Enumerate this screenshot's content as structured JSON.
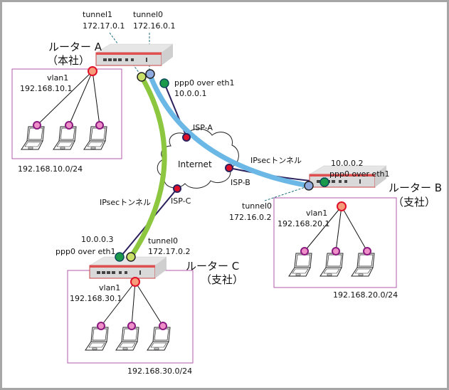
{
  "routers": {
    "a": {
      "name": "ルーター A",
      "site": "（本社）",
      "vlan_if": "vlan1",
      "vlan_ip": "192.168.10.1",
      "lan": "192.168.10.0/24",
      "tunnel1_name": "tunnel1",
      "tunnel1_ip": "172.17.0.1",
      "tunnel0_name": "tunnel0",
      "tunnel0_ip": "172.16.0.1",
      "wan_if": "ppp0 over eth1",
      "wan_ip": "10.0.0.1"
    },
    "b": {
      "name": "ルーター B",
      "site": "（支社）",
      "vlan_if": "vlan1",
      "vlan_ip": "192.168.20.1",
      "lan": "192.168.20.0/24",
      "tunnel_name": "tunnel0",
      "tunnel_ip": "172.16.0.2",
      "wan_if": "ppp0 over eth1",
      "wan_ip": "10.0.0.2"
    },
    "c": {
      "name": "ルーター C",
      "site": "（支社）",
      "vlan_if": "vlan1",
      "vlan_ip": "192.168.30.1",
      "lan": "192.168.30.0/24",
      "tunnel_name": "tunnel0",
      "tunnel_ip": "172.17.0.2",
      "wan_if": "ppp0 over eth1",
      "wan_ip": "10.0.0.3"
    }
  },
  "internet": {
    "label": "Internet",
    "isp_a": "ISP-A",
    "isp_b": "ISP-B",
    "isp_c": "ISP-C"
  },
  "tunnels": {
    "ab_label": "IPsecトンネル",
    "ac_label": "IPsecトンネル"
  },
  "colors": {
    "tunnel_ab": "#6bb8e6",
    "tunnel_ac": "#8dc63f",
    "wan_line": "#2b1f5c",
    "isp_node": "#e0102a",
    "lan_box": "#b25aa8",
    "vlan_node": "#f59c7a",
    "pc_node": "#ee8fc8",
    "ppp_node": "#1a9a4a",
    "tunnel0_node": "#8eaadf",
    "tunnel1_node": "#c8e06a"
  }
}
